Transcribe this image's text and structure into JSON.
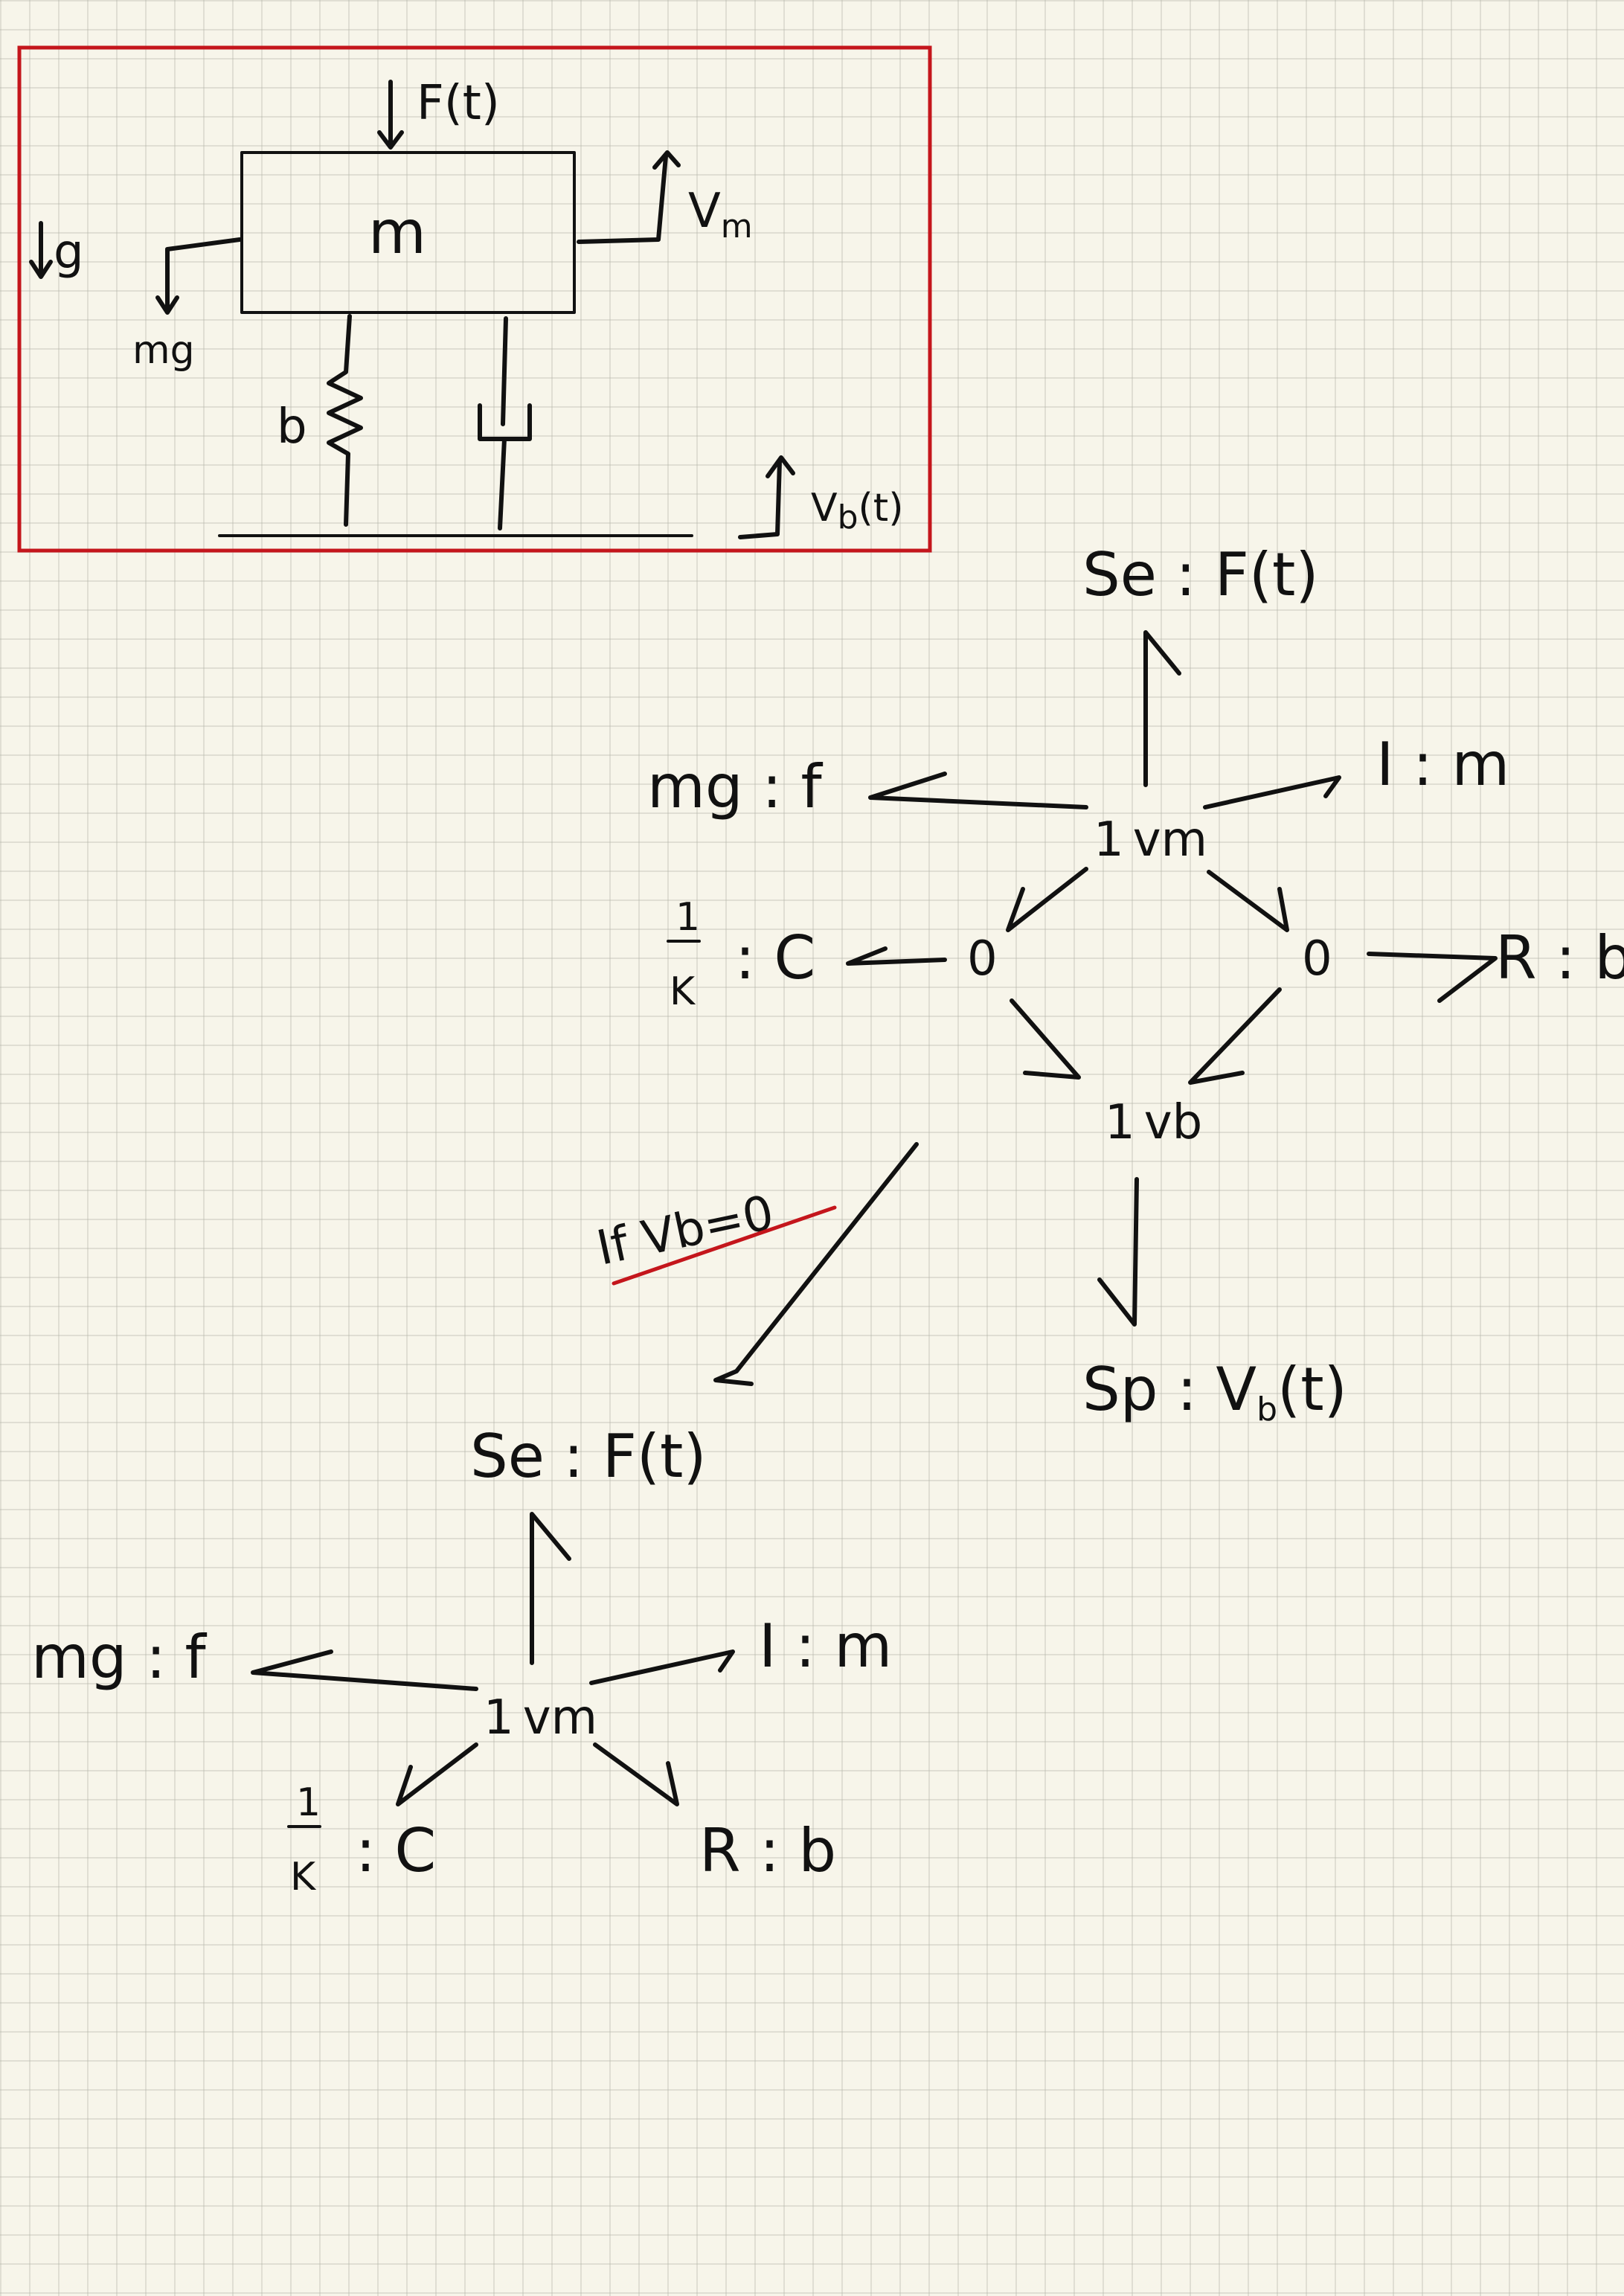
{
  "schematic": {
    "force": "F(t)",
    "mass": "m",
    "gravity": "g",
    "weight": "mg",
    "mass_velocity": "V",
    "mass_velocity_sub": "m",
    "spring": "b",
    "base_velocity": "V",
    "base_velocity_sub": "b",
    "base_velocity_arg": "(t)"
  },
  "full_graph": {
    "effort_source": "Se : F(t)",
    "inertia": "I : m",
    "gravity_source": "mg : f",
    "mass_junction": "1",
    "mass_junction_var": "vm",
    "compliance_frac_num": "1",
    "compliance_frac_den": "K",
    "compliance": ": C",
    "zero_left": "0",
    "zero_right": "0",
    "resistance": "R : b",
    "base_junction": "1",
    "base_junction_var": "vb",
    "flow_source": "Sp : V",
    "flow_source_sub": "b",
    "flow_source_arg": "(t)"
  },
  "condition": {
    "label": "If  Vb=0"
  },
  "reduced_graph": {
    "effort_source": "Se : F(t)",
    "inertia": "I : m",
    "gravity_source": "mg : f",
    "mass_junction": "1",
    "mass_junction_var": "vm",
    "compliance_frac_num": "1",
    "compliance_frac_den": "K",
    "compliance": ": C",
    "resistance": "R : b"
  },
  "colors": {
    "ink": "#111111",
    "highlight": "#c4161c",
    "paper": "#f7f5ea"
  }
}
